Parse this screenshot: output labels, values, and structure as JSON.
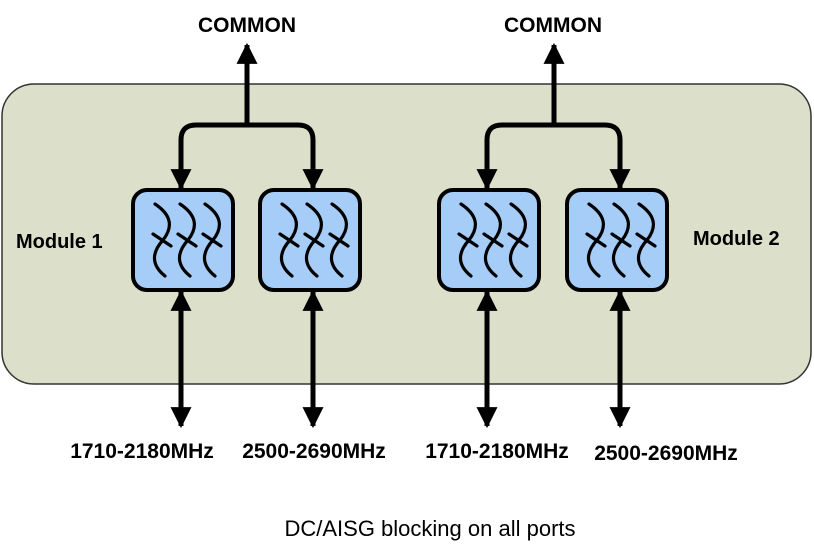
{
  "diagram": {
    "colors": {
      "enclosure_fill": "#dcdfc9",
      "enclosure_stroke": "#333333",
      "filter_fill": "#a6cdf7",
      "line": "#000000"
    },
    "modules": [
      {
        "label": "Module 1",
        "common_label": "COMMON",
        "filters": [
          {
            "port_label": "1710-2180MHz",
            "icon": "bandpass-filter-icon"
          },
          {
            "port_label": "2500-2690MHz",
            "icon": "bandpass-filter-icon"
          }
        ]
      },
      {
        "label": "Module 2",
        "common_label": "COMMON",
        "filters": [
          {
            "port_label": "1710-2180MHz",
            "icon": "bandpass-filter-icon"
          },
          {
            "port_label": "2500-2690MHz",
            "icon": "bandpass-filter-icon"
          }
        ]
      }
    ],
    "footer_note": "DC/AISG blocking on all ports"
  }
}
